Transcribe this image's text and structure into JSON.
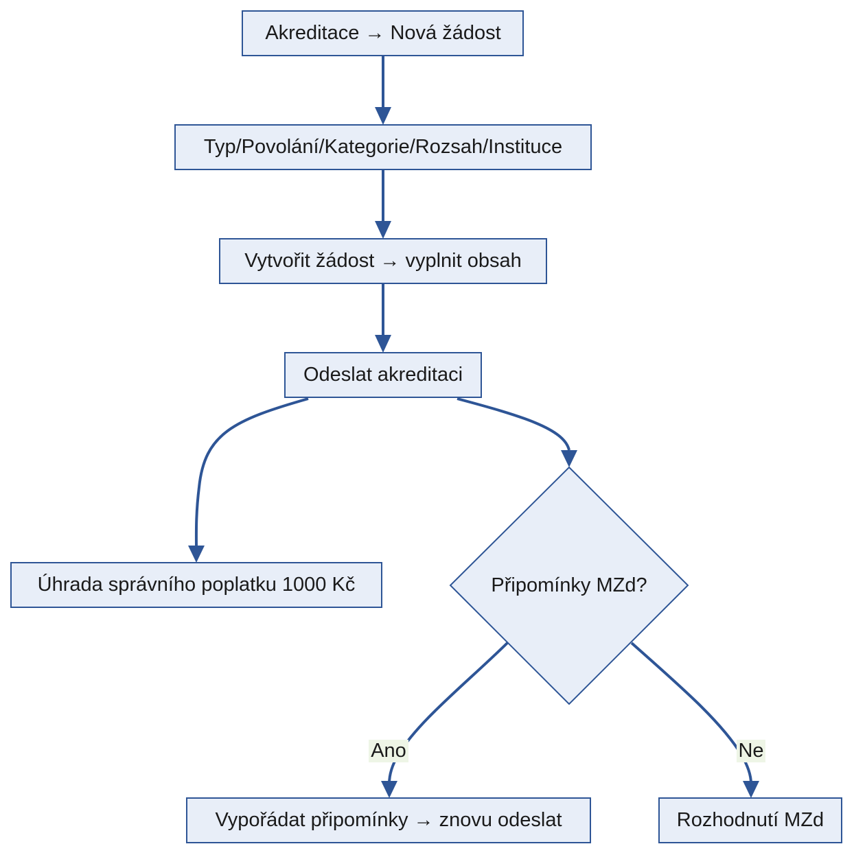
{
  "colors": {
    "node_fill": "#e8eef8",
    "node_stroke": "#2e5596",
    "edge": "#2e5596",
    "label_bg": "#eef5e6",
    "text": "#1a1a1a"
  },
  "nodes": {
    "start": "Akreditace → Nová žádost",
    "select": "Typ/Povolání/Kategorie/Rozsah/Instituce",
    "create": "Vytvořit žádost → vyplnit obsah",
    "submit": "Odeslat akreditaci",
    "payment": "Úhrada správního poplatku 1000 Kč",
    "decision": "Připomínky MZd?",
    "resolve": "Vypořádat připomínky → znovu odeslat",
    "verdict": "Rozhodnutí MZd"
  },
  "edge_labels": {
    "yes": "Ano",
    "no": "Ne"
  }
}
